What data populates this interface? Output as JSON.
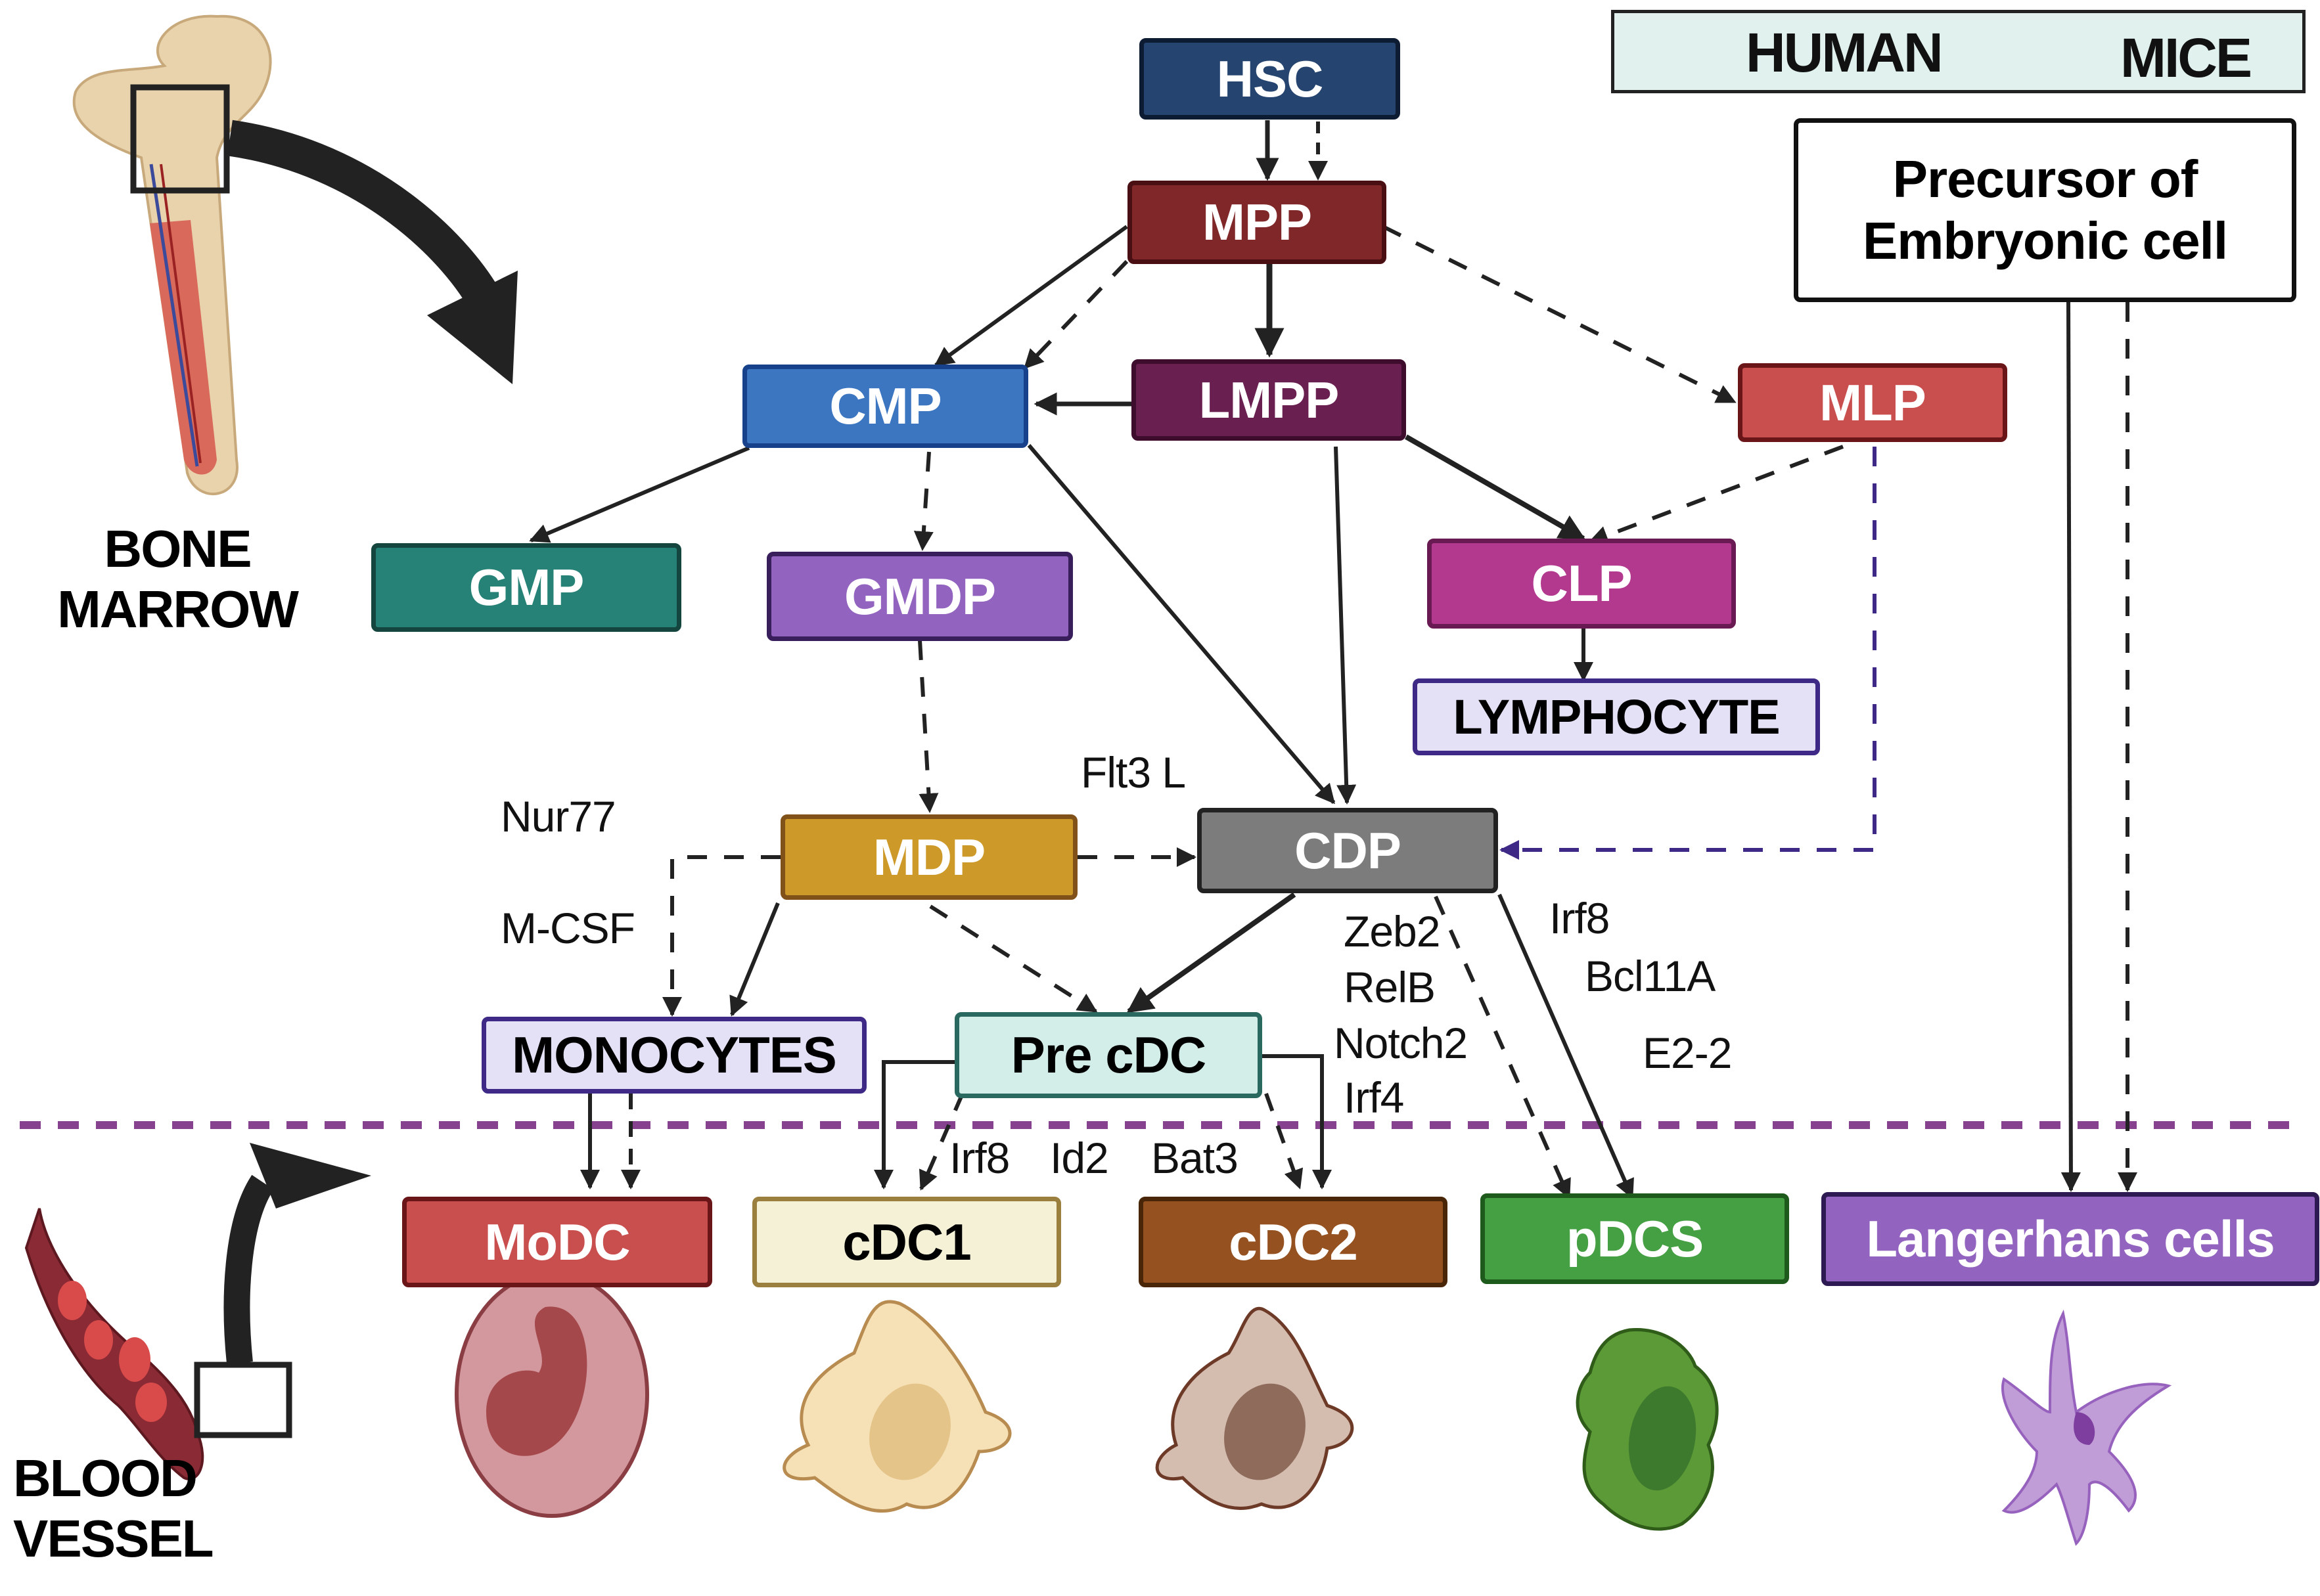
{
  "legend": {
    "human_label": "HUMAN",
    "mice_label": "MICE",
    "human_line": "solid-arrow",
    "mice_line": "dashed-arrow"
  },
  "locations": {
    "bone_marrow": "BONE\nMARROW",
    "bone_marrow_line1": "BONE",
    "bone_marrow_line2": "MARROW",
    "blood_vessel_line1": "BLOOD",
    "blood_vessel_line2": "VESSEL"
  },
  "nodes": {
    "hsc": {
      "label": "HSC",
      "color": "#25446f"
    },
    "mpp": {
      "label": "MPP",
      "color": "#7f2729"
    },
    "cmp": {
      "label": "CMP",
      "color": "#3c76c1"
    },
    "lmpp": {
      "label": "LMPP",
      "color": "#6a1f51"
    },
    "mlp": {
      "label": "MLP",
      "color": "#c94e4e"
    },
    "gmp": {
      "label": "GMP",
      "color": "#268276"
    },
    "gmdp": {
      "label": "GMDP",
      "color": "#9264bf"
    },
    "clp": {
      "label": "CLP",
      "color": "#b2398e"
    },
    "lymphocyte": {
      "label": "LYMPHOCYTE",
      "color": "#e4e1f6"
    },
    "mdp": {
      "label": "MDP",
      "color": "#cd9a2a"
    },
    "cdp": {
      "label": "CDP",
      "color": "#7c7c7c"
    },
    "monocytes": {
      "label": "MONOCYTES",
      "color": "#e4e1f6"
    },
    "pre_cdc": {
      "label": "Pre cDC",
      "color": "#d3ede9"
    },
    "modc": {
      "label": "MoDC",
      "color": "#c94e4e"
    },
    "cdc1": {
      "label": "cDC1",
      "color": "#f4f1d7"
    },
    "cdc2": {
      "label": "cDC2",
      "color": "#955220"
    },
    "pdcs": {
      "label": "pDCS",
      "color": "#459f43"
    },
    "langerhans": {
      "label": "Langerhans cells",
      "color": "#9264bf"
    },
    "embryonic": {
      "label_line1": "Precursor of",
      "label_line2": "Embryonic cell",
      "color": "#ffffff"
    }
  },
  "factors": {
    "flt3l": "Flt3 L",
    "nur77": "Nur77",
    "mcsf": "M-CSF",
    "zeb2": "Zeb2",
    "relb": "RelB",
    "notch2": "Notch2",
    "irf4": "Irf4",
    "irf8_pdc": "Irf8",
    "bcl11a": "Bcl11A",
    "e22": "E2-2",
    "irf8_cdc1": "Irf8",
    "id2": "Id2",
    "batf3": "Bat3"
  },
  "colors": {
    "arrow": "#222222",
    "mlp_cdp_dashed": "#3e2a86",
    "boundary_dashed": "#86418f",
    "legend_bg": "#e0f1ee"
  }
}
